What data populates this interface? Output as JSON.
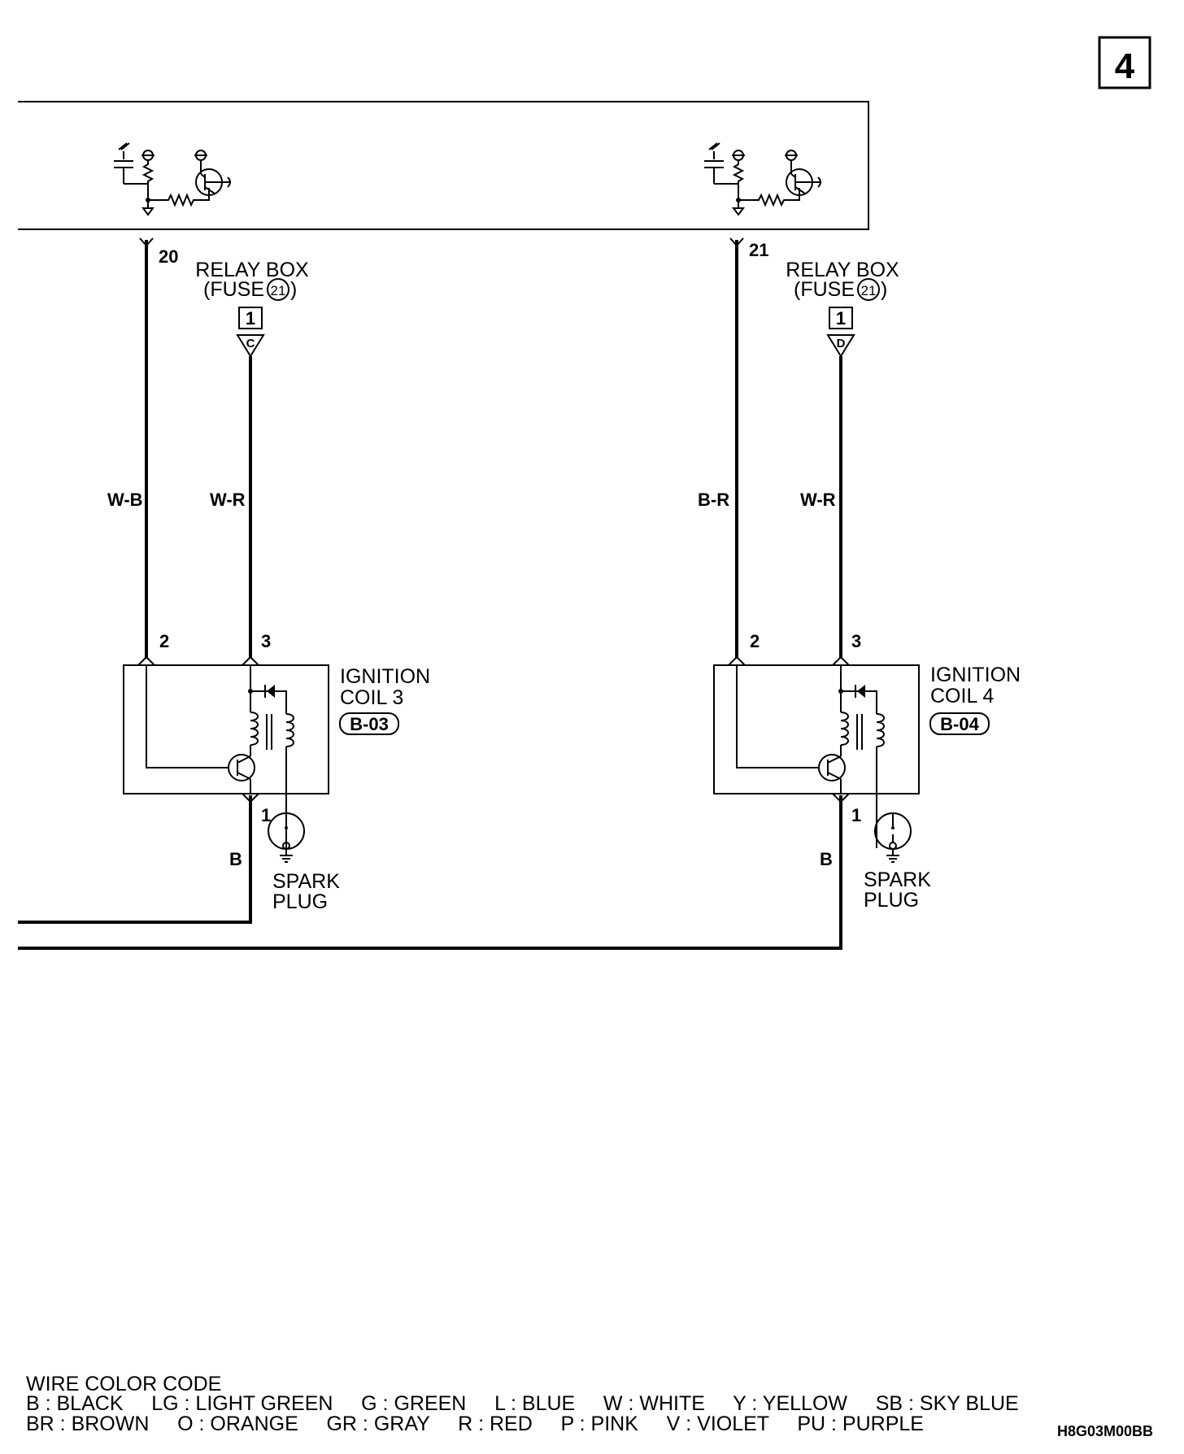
{
  "page": {
    "number": "4",
    "figure_id": "H8G03M00BB"
  },
  "channels": [
    {
      "ecu_terminal": "20",
      "relay_box": "RELAY BOX",
      "fuse": "(FUSE",
      "fuse_no": "21",
      "fuse_close": ")",
      "connector_no": "1",
      "connector_letter": "C",
      "signal_wire_color": "W-B",
      "power_wire_color": "W-R",
      "coil_pin_signal": "2",
      "coil_pin_power": "3",
      "coil_pin_ground": "1",
      "coil_name_l1": "IGNITION",
      "coil_name_l2": "COIL 3",
      "coil_connector": "B-03",
      "ground_wire_color": "B",
      "spark_l1": "SPARK",
      "spark_l2": "PLUG"
    },
    {
      "ecu_terminal": "21",
      "relay_box": "RELAY BOX",
      "fuse": "(FUSE",
      "fuse_no": "21",
      "fuse_close": ")",
      "connector_no": "1",
      "connector_letter": "D",
      "signal_wire_color": "B-R",
      "power_wire_color": "W-R",
      "coil_pin_signal": "2",
      "coil_pin_power": "3",
      "coil_pin_ground": "1",
      "coil_name_l1": "IGNITION",
      "coil_name_l2": "COIL 4",
      "coil_connector": "B-04",
      "ground_wire_color": "B",
      "spark_l1": "SPARK",
      "spark_l2": "PLUG"
    }
  ],
  "legend": {
    "title": "WIRE COLOR CODE",
    "row1": "B : BLACK     LG : LIGHT GREEN     G : GREEN     L : BLUE     W : WHITE     Y : YELLOW     SB : SKY BLUE",
    "row2": "BR : BROWN     O : ORANGE     GR : GRAY     R : RED     P : PINK     V : VIOLET     PU : PURPLE"
  }
}
